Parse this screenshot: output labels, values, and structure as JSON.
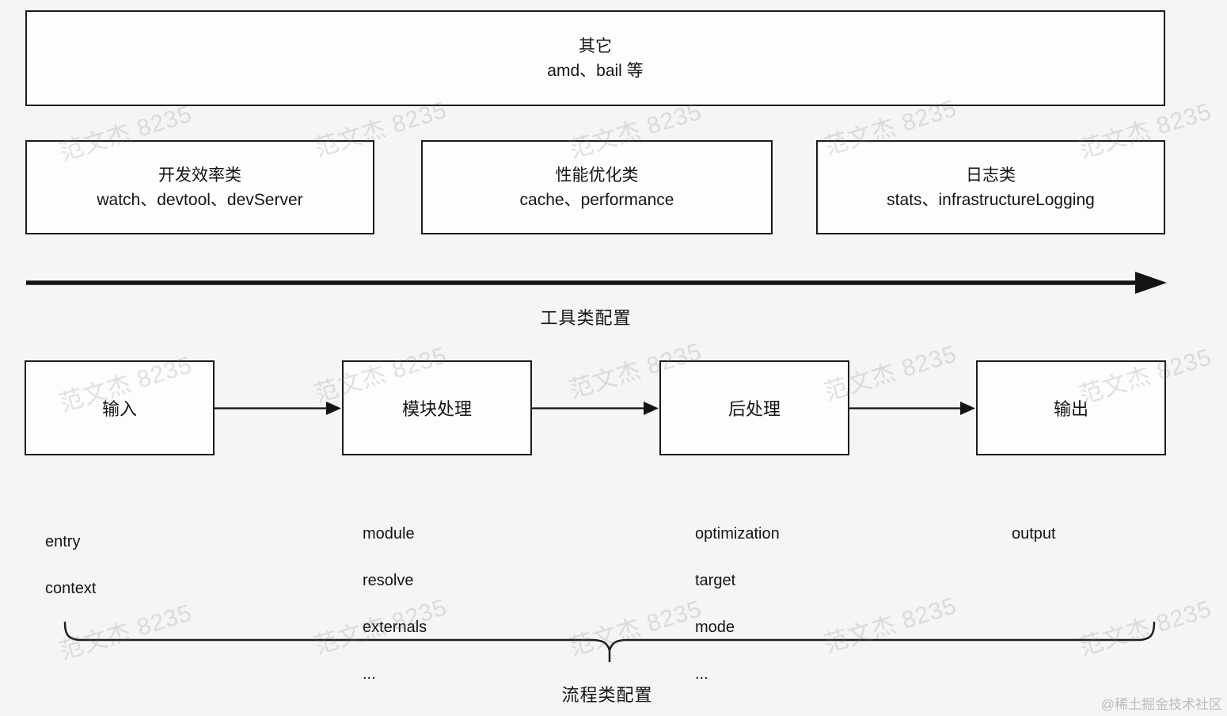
{
  "other_box": {
    "title": "其它",
    "subtitle": "amd、bail 等"
  },
  "category_boxes": [
    {
      "title": "开发效率类",
      "subtitle": "watch、devtool、devServer"
    },
    {
      "title": "性能优化类",
      "subtitle": "cache、performance"
    },
    {
      "title": "日志类",
      "subtitle": "stats、infrastructureLogging"
    }
  ],
  "tool_arrow": {
    "label": "工具类配置"
  },
  "flow_steps": [
    {
      "label": "输入",
      "items": [
        "entry",
        "context"
      ]
    },
    {
      "label": "模块处理",
      "items": [
        "module",
        "resolve",
        "externals",
        "..."
      ]
    },
    {
      "label": "后处理",
      "items": [
        "optimization",
        "target",
        "mode",
        "..."
      ]
    },
    {
      "label": "输出",
      "items": [
        "output"
      ]
    }
  ],
  "brace": {
    "label": "流程类配置"
  },
  "watermark": {
    "text": "范文杰 8235"
  },
  "credit": {
    "text": "@稀土掘金技术社区"
  },
  "colors": {
    "ink": "#1c1c1c",
    "background": "#f5f5f4",
    "watermark_gray": "#7d7d7d",
    "credit_gray": "#bcbcbc"
  }
}
